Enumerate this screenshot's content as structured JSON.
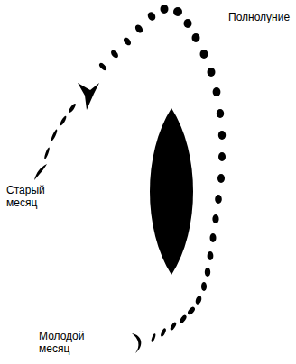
{
  "diagram": {
    "labels": [
      "Полнолуние",
      "Старый месяц",
      "Молодой месяц"
    ]
  }
}
